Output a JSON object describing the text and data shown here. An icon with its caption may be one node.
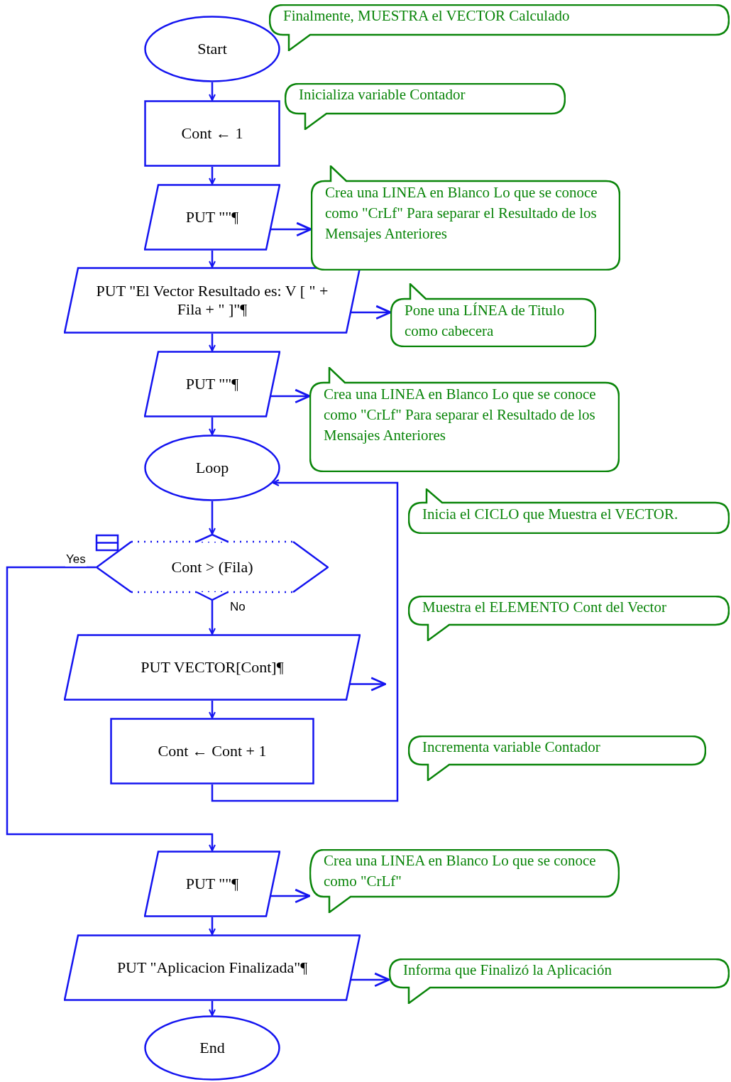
{
  "diagram": {
    "nodes": [
      {
        "text": [
          "Start"
        ]
      },
      {
        "text": [
          "Cont ← 1"
        ]
      },
      {
        "text": [
          "PUT \"\"¶"
        ]
      },
      {
        "text": [
          "PUT \"El Vector Resultado es: V [ \" + Fila + \" ]\"¶"
        ]
      },
      {
        "text": [
          "PUT \"\"¶"
        ]
      },
      {
        "text": [
          "Loop"
        ]
      },
      {
        "text": [
          "Cont > (Fila)"
        ]
      },
      {
        "text": [
          "PUT VECTOR[Cont]¶"
        ]
      },
      {
        "text": [
          "Cont ← Cont + 1"
        ]
      },
      {
        "text": [
          "PUT \"\"¶"
        ]
      },
      {
        "text": [
          "PUT \"Aplicacion Finalizada\"¶"
        ]
      },
      {
        "text": [
          "End"
        ]
      },
      {
        "text": [
          "Finalmente, MUESTRA el VECTOR Calculado"
        ]
      },
      {
        "text": [
          "Inicializa variable Contador"
        ]
      },
      {
        "text": [
          "Crea una LINEA en Blanco Lo que se conoce como \"CrLf\" Para separar el Resultado de los Mensajes Anteriores"
        ]
      },
      {
        "text": [
          "Pone una LÍNEA de Titulo como cabecera"
        ]
      },
      {
        "text": [
          "Crea una LINEA en Blanco Lo que se conoce como \"CrLf\" Para separar el Resultado de los Mensajes Anteriores"
        ]
      },
      {
        "text": [
          "Inicia el CICLO que Muestra el VECTOR."
        ]
      },
      {
        "text": [
          "Muestra el ELEMENTO Cont del Vector"
        ]
      },
      {
        "text": [
          "Incrementa variable Contador"
        ]
      },
      {
        "text": [
          "Crea una LINEA en Blanco Lo que se conoce como \"CrLf\""
        ]
      },
      {
        "text": [
          "Informa que Finalizó la Aplicación"
        ]
      }
    ],
    "edges": [
      {
        "from": 0,
        "to": 1,
        "arrow": "to"
      },
      {
        "from": 1,
        "to": 2,
        "arrow": "to"
      },
      {
        "from": 2,
        "to": 3,
        "arrow": "to"
      },
      {
        "from": 3,
        "to": 4,
        "arrow": "to"
      },
      {
        "from": 4,
        "to": 5,
        "arrow": "to"
      },
      {
        "from": 5,
        "to": 6,
        "arrow": "to"
      },
      {
        "from": 6,
        "to": 7,
        "arrow": "to",
        "label": "No"
      },
      {
        "from": 7,
        "to": 8,
        "arrow": "to"
      },
      {
        "from": 8,
        "to": 5,
        "arrow": "to"
      },
      {
        "from": 6,
        "to": 9,
        "arrow": "to",
        "label": "Yes"
      },
      {
        "from": 9,
        "to": 10,
        "arrow": "to"
      },
      {
        "from": 10,
        "to": 11,
        "arrow": "to"
      },
      {
        "from": 2,
        "to": 14,
        "arrow": "to"
      },
      {
        "from": 3,
        "to": 15,
        "arrow": "to"
      },
      {
        "from": 4,
        "to": 16,
        "arrow": "to"
      },
      {
        "from": 7,
        "to": null,
        "arrow": "to"
      },
      {
        "from": 9,
        "to": 20,
        "arrow": "to"
      },
      {
        "from": 10,
        "to": 21,
        "arrow": "to"
      }
    ]
  }
}
